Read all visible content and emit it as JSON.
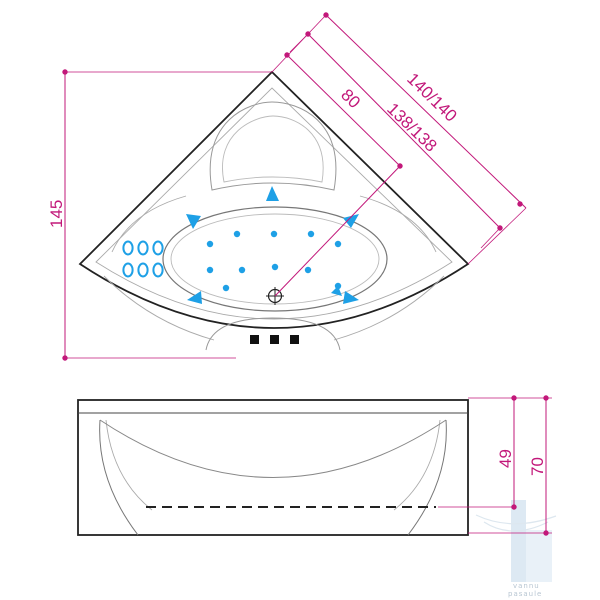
{
  "dimensions": {
    "depth_outer": "140/140",
    "depth_inner": "138/138",
    "seat_depth": "80",
    "width": "145",
    "water_depth": "49",
    "height": "70"
  },
  "controls": {
    "jet_buttons_count": 6,
    "panel_buttons_count": 3
  },
  "jets": {
    "body_jets_count": 11,
    "side_jets_count": 6
  },
  "watermark": {
    "brand_line1": "vannu",
    "brand_line2": "pasaule"
  },
  "colors": {
    "dimension": "#c2187a",
    "jet": "#1ea0e6",
    "outline": "#222222",
    "background": "#ffffff",
    "watermark": "#cfe0ee"
  }
}
